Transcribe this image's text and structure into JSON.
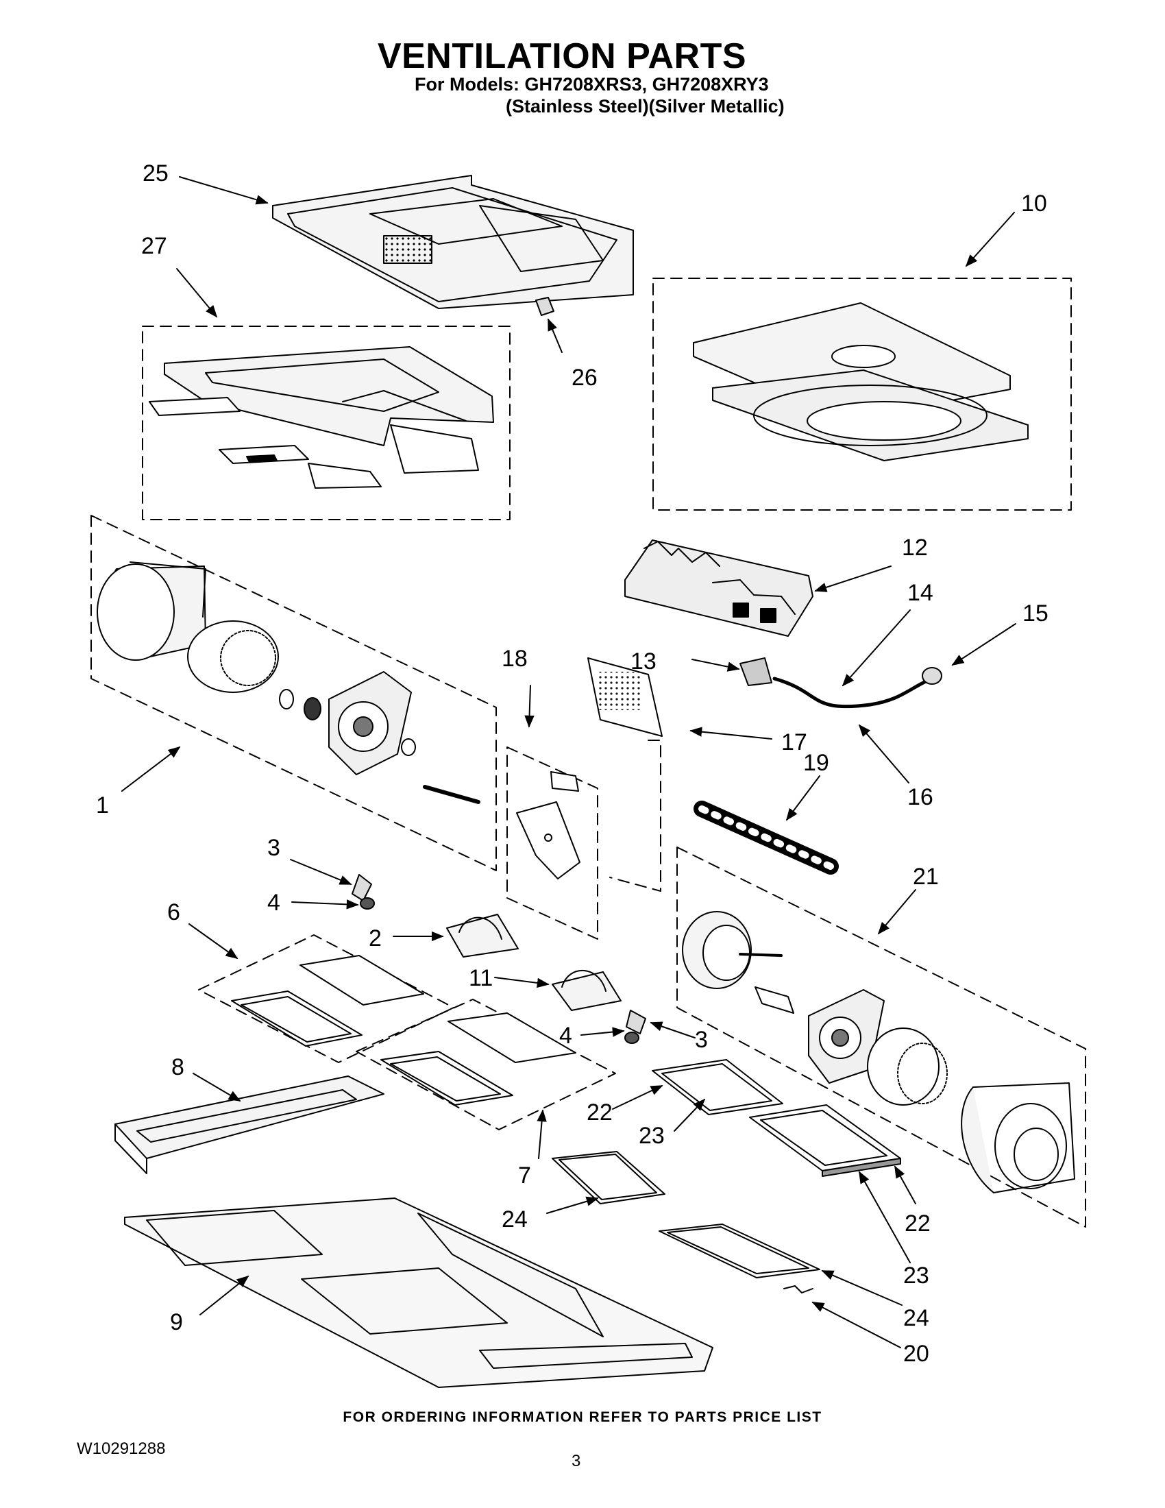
{
  "header": {
    "title": "VENTILATION PARTS",
    "models_line": "For Models: GH7208XRS3, GH7208XRY3",
    "finish_line": "(Stainless Steel)(Silver Metallic)"
  },
  "callouts": [
    "25",
    "27",
    "26",
    "10",
    "12",
    "14",
    "15",
    "13",
    "17",
    "16",
    "18",
    "1",
    "19",
    "3",
    "4",
    "21",
    "6",
    "2",
    "11",
    "4",
    "3",
    "8",
    "22",
    "23",
    "7",
    "24",
    "22",
    "23",
    "24",
    "9",
    "20"
  ],
  "footer": {
    "ordering_note": "FOR ORDERING INFORMATION REFER TO PARTS PRICE LIST",
    "document_number": "W10291288",
    "page_number": "3"
  }
}
